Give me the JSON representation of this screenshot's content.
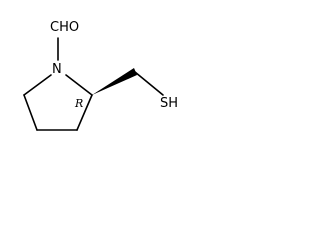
{
  "structure": {
    "atoms": {
      "formyl": "CHO",
      "nitrogen": "N",
      "thiol": "SH"
    },
    "stereo_descriptor": "R"
  }
}
